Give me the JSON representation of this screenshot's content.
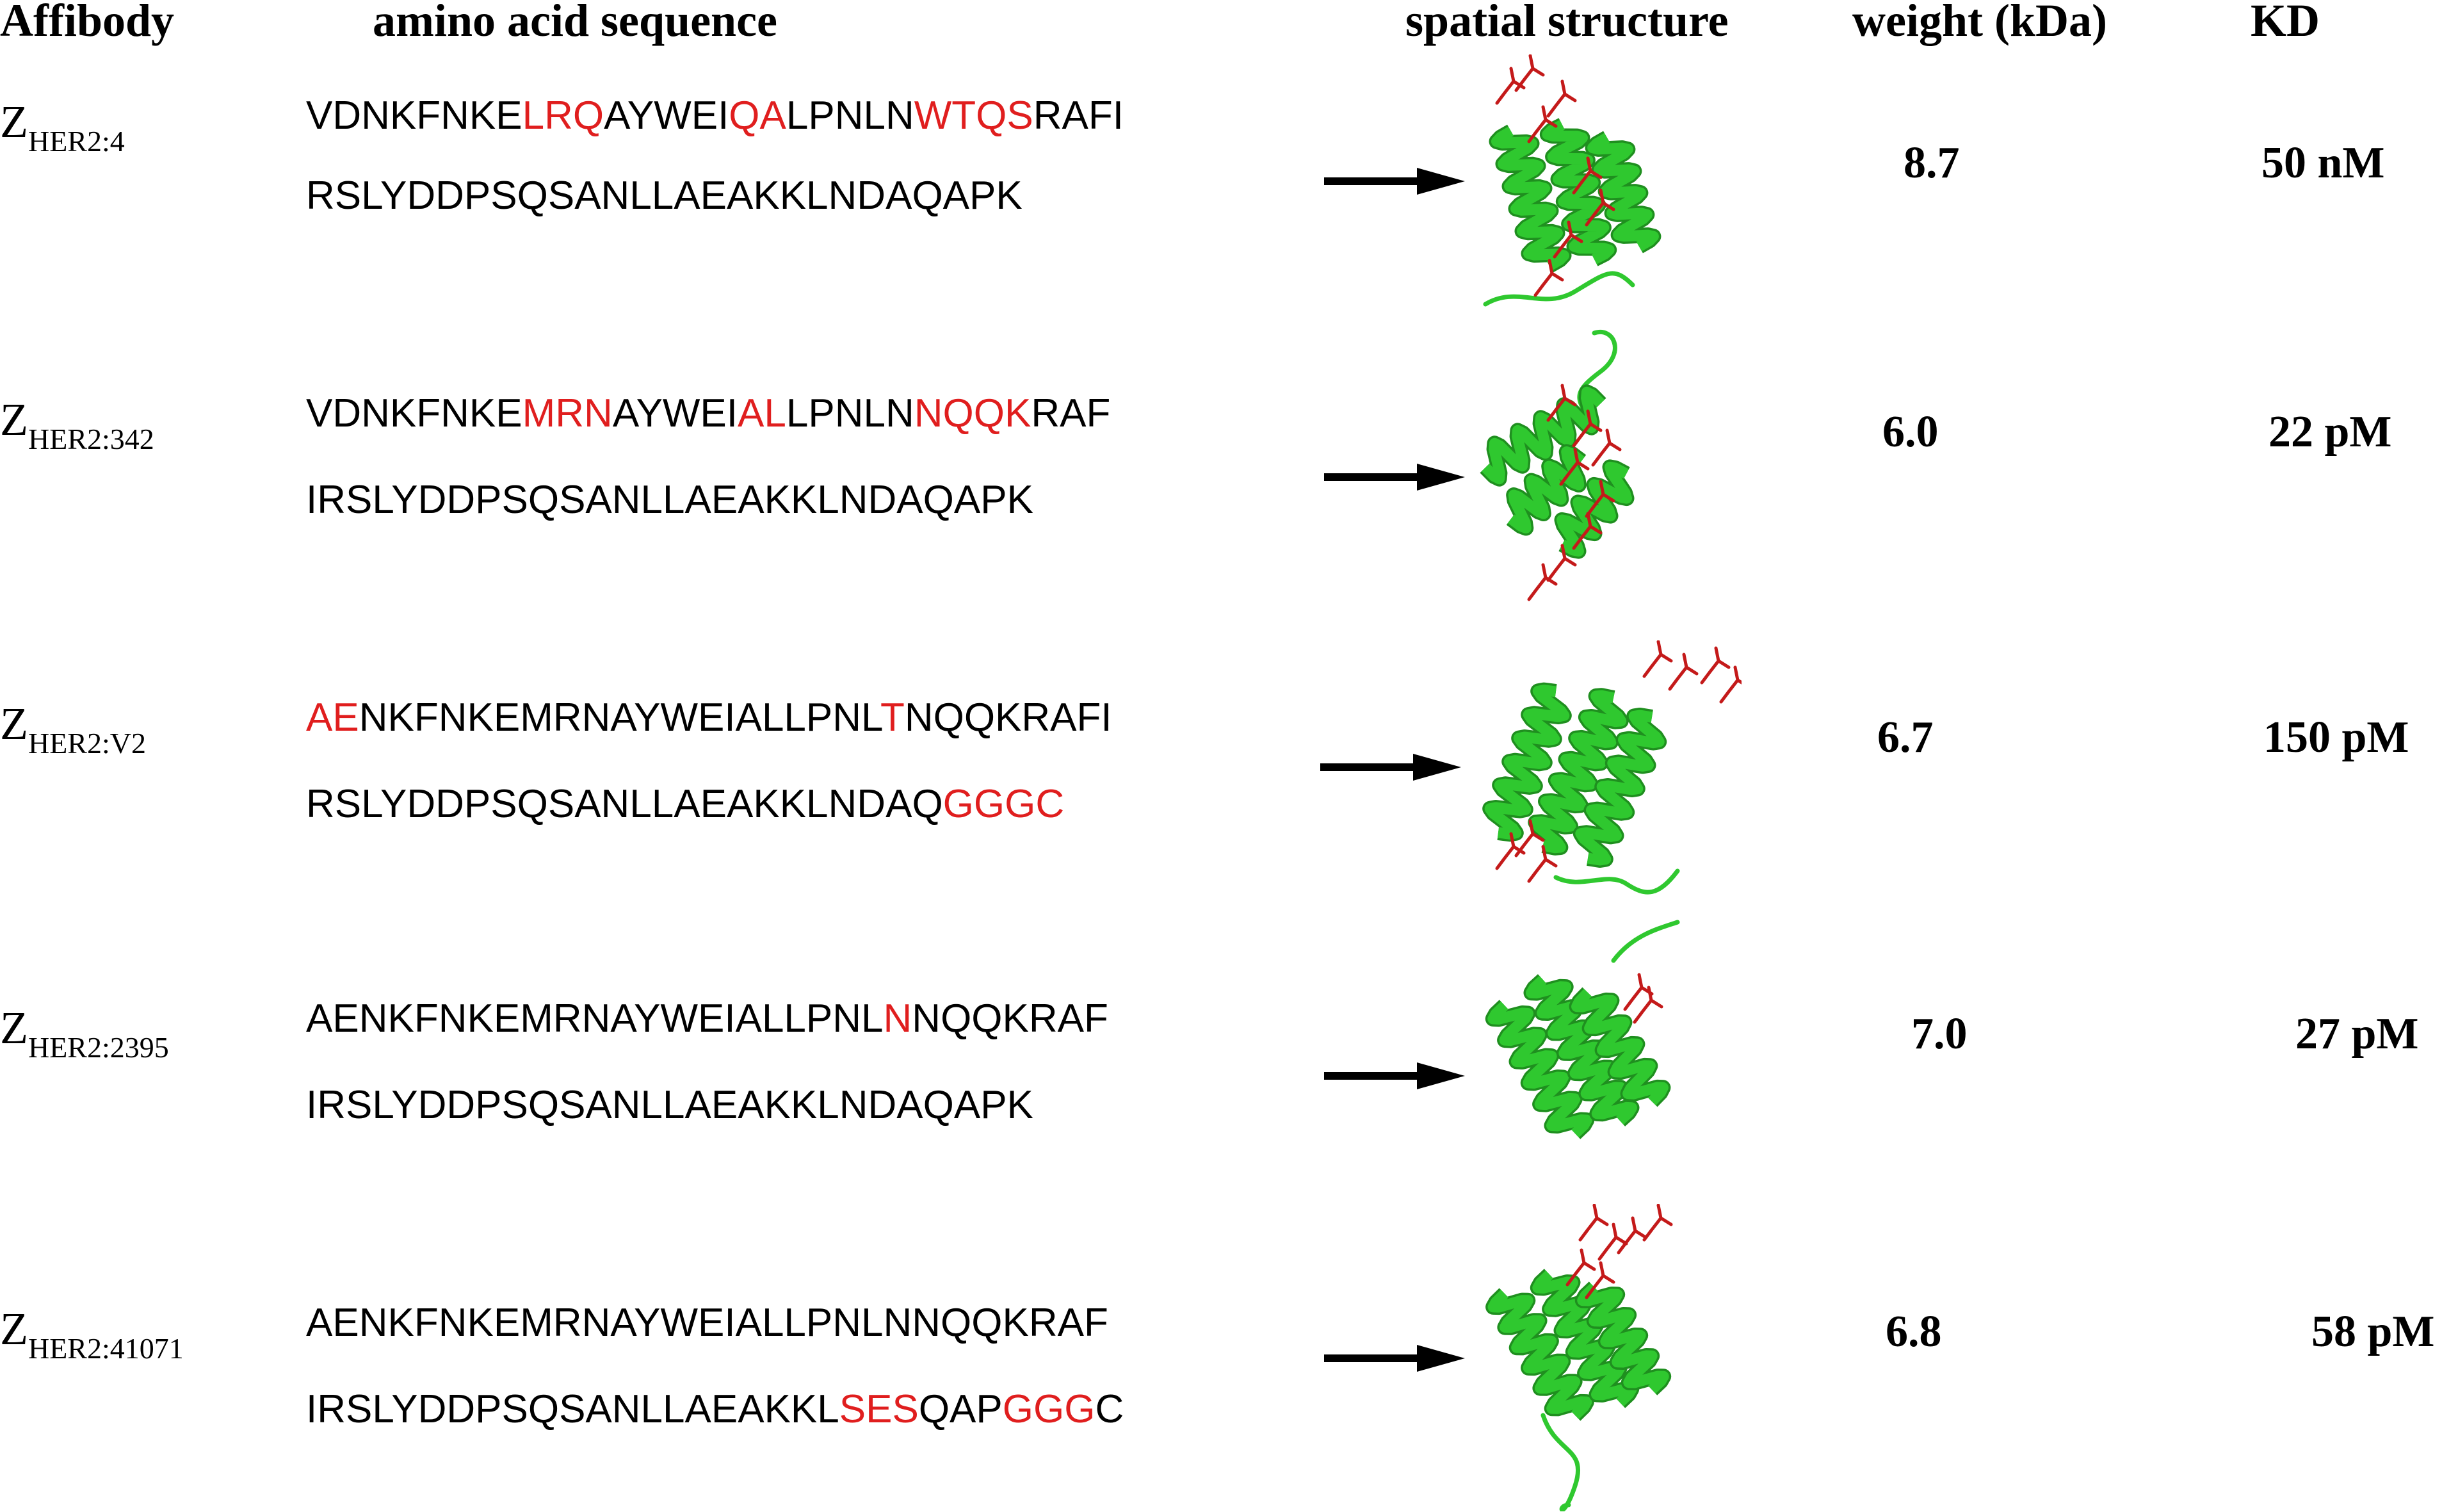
{
  "headers": {
    "affibody": "Affibody",
    "sequence": "amino acid sequence",
    "structure": "spatial structure",
    "weight": "weight (kDa)",
    "kd": "KD"
  },
  "rows": [
    {
      "name_main": "Z",
      "name_sub": "HER2:4",
      "line1": [
        {
          "t": "VDNKFNKE",
          "hl": false
        },
        {
          "t": "LRQ",
          "hl": true
        },
        {
          "t": "AYWEI",
          "hl": false
        },
        {
          "t": "QA",
          "hl": true
        },
        {
          "t": "LPNLN",
          "hl": false
        },
        {
          "t": "WTQS",
          "hl": true
        },
        {
          "t": "RAFI",
          "hl": false
        }
      ],
      "line2": [
        {
          "t": "RSLYDDPSQSANLLAEAKKLNDAQAPK",
          "hl": false
        }
      ],
      "weight": "8.7",
      "kd": "50 nM"
    },
    {
      "name_main": "Z",
      "name_sub": "HER2:342",
      "line1": [
        {
          "t": "VDNKFNKE",
          "hl": false
        },
        {
          "t": "MRN",
          "hl": true
        },
        {
          "t": "AYWEI",
          "hl": false
        },
        {
          "t": "AL",
          "hl": true
        },
        {
          "t": "LPNLN",
          "hl": false
        },
        {
          "t": "NQQK",
          "hl": true
        },
        {
          "t": "RAF",
          "hl": false
        }
      ],
      "line2": [
        {
          "t": "IRSLYDDPSQSANLLAEAKKLNDAQAPK",
          "hl": false
        }
      ],
      "weight": "6.0",
      "kd": "22 pM"
    },
    {
      "name_main": "Z",
      "name_sub": "HER2:V2",
      "line1": [
        {
          "t": "AE",
          "hl": true
        },
        {
          "t": "NKFNKEMRNAYWEIALLPNL",
          "hl": false
        },
        {
          "t": "T",
          "hl": true
        },
        {
          "t": "NQQKRAFI",
          "hl": false
        }
      ],
      "line2": [
        {
          "t": "RSLYDDPSQSANLLAEAKKLNDAQ",
          "hl": false
        },
        {
          "t": "GGGC",
          "hl": true
        }
      ],
      "weight": "6.7",
      "kd": "150 pM"
    },
    {
      "name_main": "Z",
      "name_sub": "HER2:2395",
      "line1": [
        {
          "t": "AENKFNKEMRNAYWEIALLPNL",
          "hl": false
        },
        {
          "t": "N",
          "hl": true
        },
        {
          "t": "NQQKRAF",
          "hl": false
        }
      ],
      "line2": [
        {
          "t": "IRSLYDDPSQSANLLAEAKKLNDAQAPK",
          "hl": false
        }
      ],
      "weight": "7.0",
      "kd": "27 pM"
    },
    {
      "name_main": "Z",
      "name_sub": "HER2:41071",
      "line1": [
        {
          "t": "AENKFNKEMRNAYWEIALLPNLNNQQKRAF",
          "hl": false
        }
      ],
      "line2": [
        {
          "t": "IRSLYDDPSQSANLLAEAKKL",
          "hl": false
        },
        {
          "t": "SES",
          "hl": true
        },
        {
          "t": "QAP",
          "hl": false
        },
        {
          "t": "GGG",
          "hl": true
        },
        {
          "t": "C",
          "hl": false
        }
      ],
      "weight": "6.8",
      "kd": "58 pM"
    }
  ],
  "colors": {
    "helix": "#2fc82f",
    "helix_dark": "#1f8f1f",
    "highlight": "#e01e1e",
    "sidechain": "#c41a1a"
  }
}
